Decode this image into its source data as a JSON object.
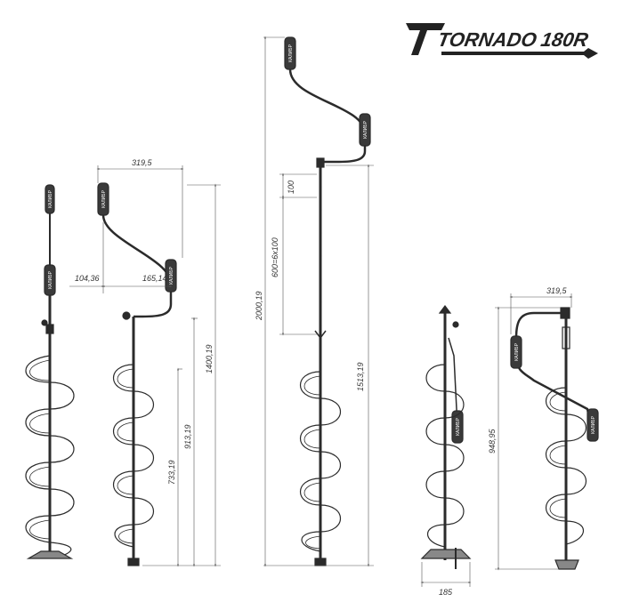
{
  "logo": {
    "brand": "TORNADO",
    "model": "180R"
  },
  "handle_label": "КАЛИБР",
  "dimensions": {
    "d1": "319,5",
    "d2": "104,36",
    "d3": "165,14",
    "d4": "1400,19",
    "d5": "913,19",
    "d6": "733,19",
    "d7": "2000,19",
    "d8": "100",
    "d9": "600=6x100",
    "d10": "1513,19",
    "d11": "319,5",
    "d12": "948,95",
    "d13": "185"
  },
  "colors": {
    "line": "#2b2b2b",
    "dim": "#555555",
    "grip": "#3a3a3a"
  }
}
